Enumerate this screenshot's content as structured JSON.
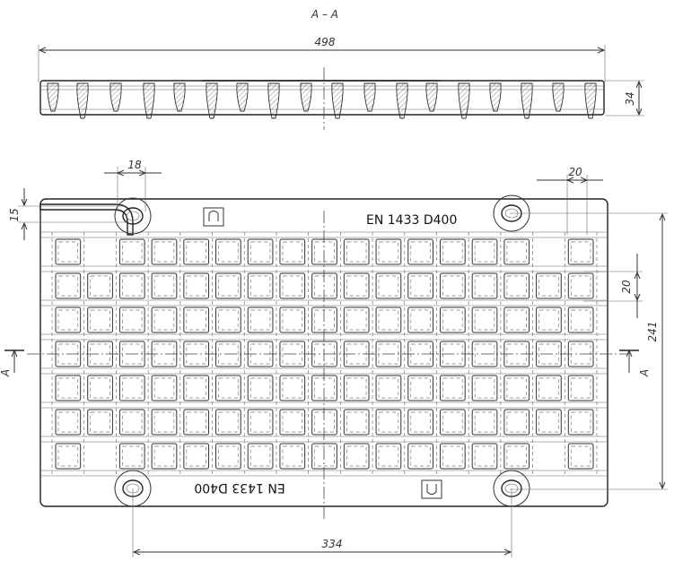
{
  "drawing": {
    "section_title": "A – A",
    "section_marker": "A",
    "dimensions": {
      "overall_length": "498",
      "section_height": "34",
      "bolt_hole_width": "18",
      "hole_offset": "15",
      "rib_pitch_horizontal": "20",
      "rib_pitch_vertical": "20",
      "overall_height": "241",
      "hole_spacing": "334"
    },
    "markings": {
      "standard_top": "EN 1433 D400",
      "standard_bottom": "EN 1433 D400"
    }
  }
}
